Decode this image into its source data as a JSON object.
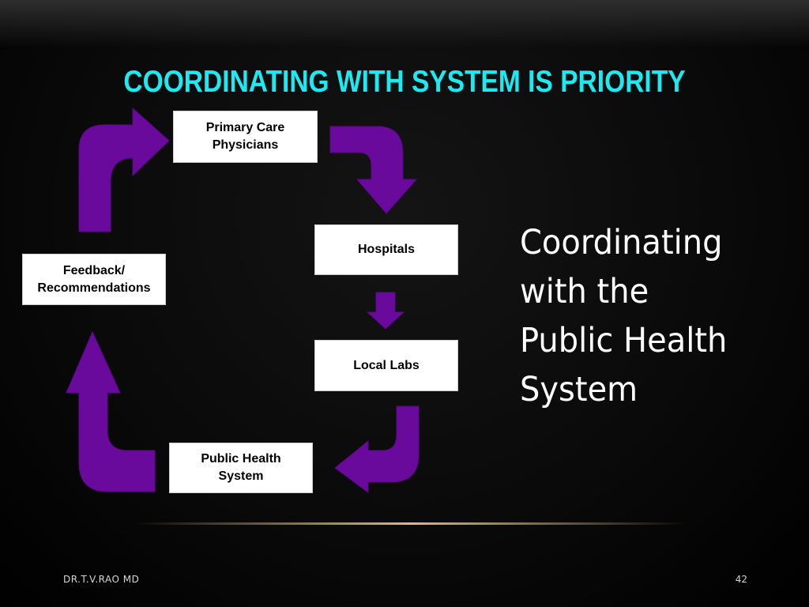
{
  "slide": {
    "title": "COORDINATING WITH SYSTEM IS PRIORITY",
    "side_text": "Coordinating\nwith the\nPublic Health\nSystem",
    "footer_author": "DR.T.V.RAO MD",
    "page_number": "42"
  },
  "diagram": {
    "nodes": [
      {
        "id": "primary-care",
        "label": "Primary Care\nPhysicians"
      },
      {
        "id": "hospitals",
        "label": "Hospitals"
      },
      {
        "id": "local-labs",
        "label": "Local Labs"
      },
      {
        "id": "public-health",
        "label": "Public Health\nSystem"
      },
      {
        "id": "feedback",
        "label": "Feedback/\nRecommendations"
      }
    ],
    "edges": [
      {
        "from": "primary-care",
        "to": "hospitals"
      },
      {
        "from": "hospitals",
        "to": "local-labs"
      },
      {
        "from": "local-labs",
        "to": "public-health"
      },
      {
        "from": "public-health",
        "to": "feedback"
      },
      {
        "from": "feedback",
        "to": "primary-care"
      }
    ]
  },
  "colors": {
    "title": "#1ee8f0",
    "arrow_fill": "#6a0a9c",
    "arrow_stroke": "#5a0888",
    "box_fill": "#ffffff",
    "text": "#ffffff"
  }
}
